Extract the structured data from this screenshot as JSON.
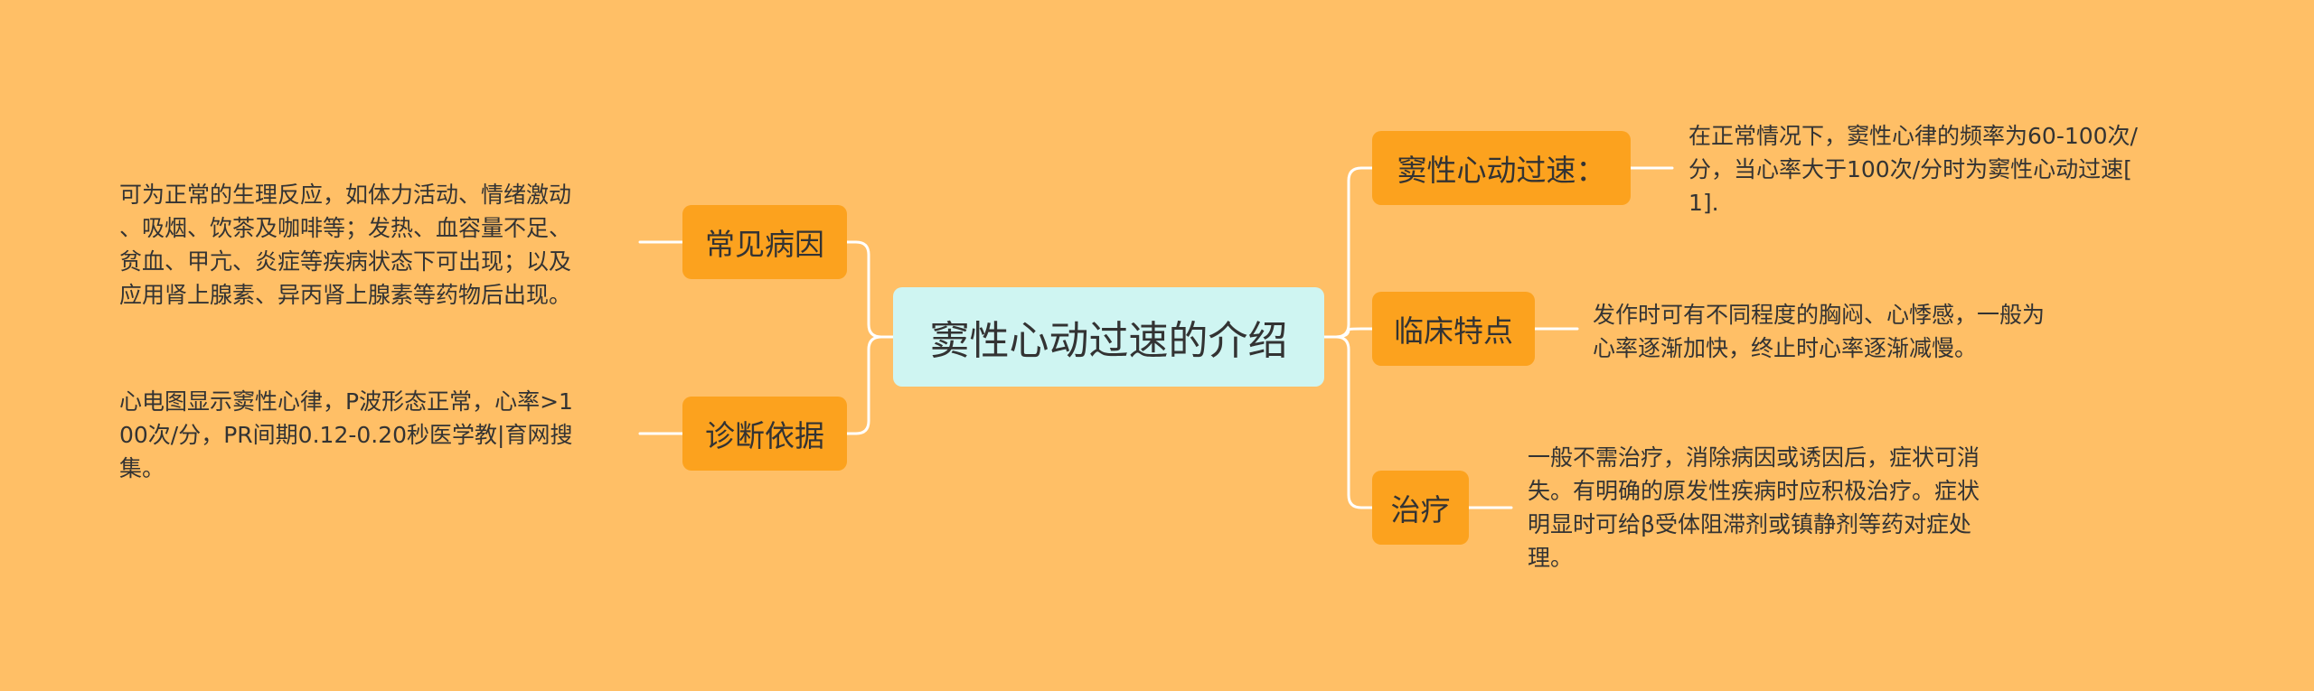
{
  "colors": {
    "background": "#FFBF66",
    "root_fill": "#CFF5F2",
    "branch_fill": "#FCA21E",
    "link": "#FFFFFF",
    "text": "#333333"
  },
  "root": {
    "label": "窦性心动过速的介绍"
  },
  "branches": {
    "definition": {
      "label": "窦性心动过速：",
      "note": [
        "在正常情况下，窦性心律的频率为60-100次/",
        "分，当心率大于100次/分时为窦性心动过速[",
        "1]."
      ]
    },
    "clinical": {
      "label": "临床特点",
      "note": [
        "发作时可有不同程度的胸闷、心悸感，一般为",
        "心率逐渐加快，终止时心率逐渐减慢。"
      ]
    },
    "treatment": {
      "label": "治疗",
      "note": [
        "一般不需治疗，消除病因或诱因后，症状可消",
        "失。有明确的原发性疾病时应积极治疗。症状",
        "明显时可给β受体阻滞剂或镇静剂等药对症处",
        "理。"
      ]
    },
    "causes": {
      "label": "常见病因",
      "note": [
        "可为正常的生理反应，如体力活动、情绪激动",
        "、吸烟、饮茶及咖啡等；发热、血容量不足、",
        "贫血、甲亢、炎症等疾病状态下可出现；以及",
        "应用肾上腺素、异丙肾上腺素等药物后出现。"
      ]
    },
    "diagnosis": {
      "label": "诊断依据",
      "note": [
        "心电图显示窦性心律，P波形态正常，心率>1",
        "00次/分，PR间期0.12-0.20秒医学教|育网搜",
        "集。"
      ]
    }
  }
}
